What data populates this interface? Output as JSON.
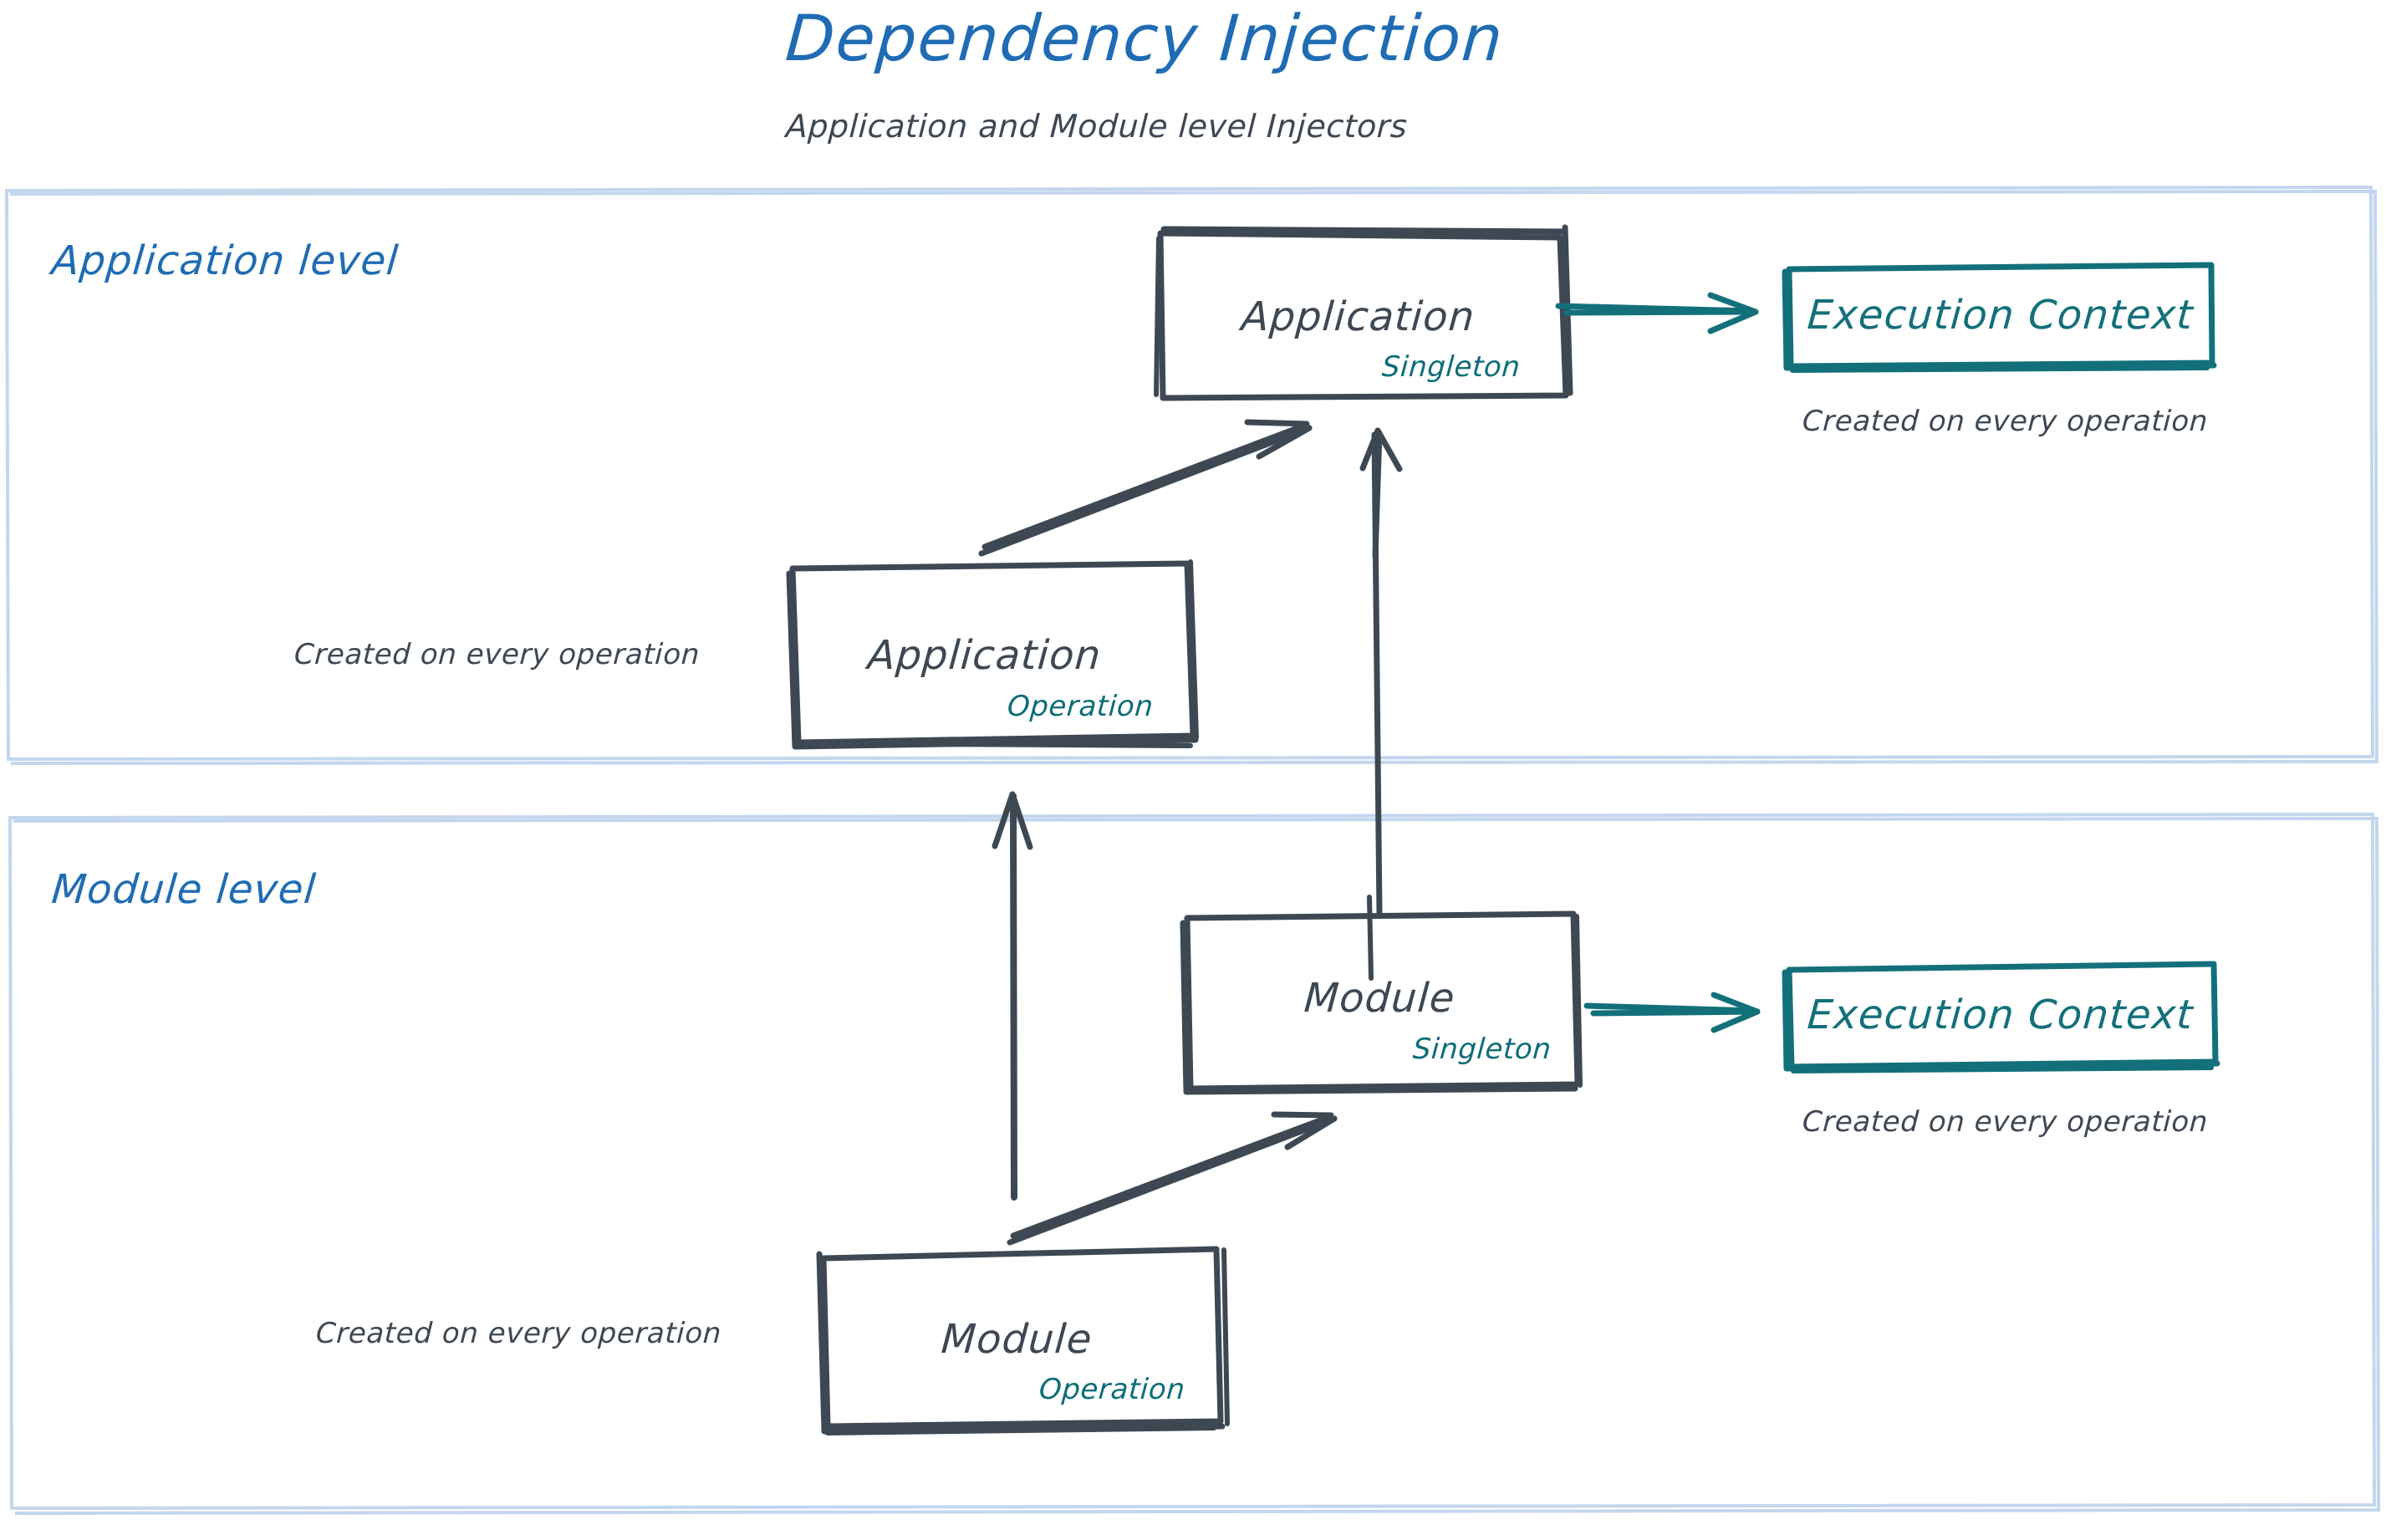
{
  "page": {
    "title": "Dependency Injection",
    "subtitle": "Application and Module level Injectors",
    "background": "#ffffff"
  },
  "colors": {
    "title_blue": "#1f6cb4",
    "section_blue": "#1f6cb4",
    "ink_dark": "#3d4853",
    "teal": "#13707b",
    "container_border": "#c3d6ee"
  },
  "containers": [
    {
      "id": "application-level",
      "label": "Application level"
    },
    {
      "id": "module-level",
      "label": "Module level"
    }
  ],
  "nodes": {
    "application_singleton": {
      "title": "Application",
      "scope": "Singleton"
    },
    "application_operation": {
      "title": "Application",
      "scope": "Operation",
      "note": "Created on every operation"
    },
    "module_singleton": {
      "title": "Module",
      "scope": "Singleton"
    },
    "module_operation": {
      "title": "Module",
      "scope": "Operation",
      "note": "Created on every operation"
    },
    "execution_context_app": {
      "title": "Execution Context",
      "note": "Created on every operation"
    },
    "execution_context_module": {
      "title": "Execution Context",
      "note": "Created on every operation"
    }
  },
  "edges": [
    {
      "id": "app-operation-to-app-singleton",
      "from": "application_operation",
      "to": "application_singleton",
      "style": "sketch-double",
      "color": "#3d4853"
    },
    {
      "id": "module-singleton-to-app-singleton",
      "from": "module_singleton",
      "to": "application_singleton",
      "style": "sketch-double",
      "color": "#3d4853"
    },
    {
      "id": "module-operation-to-app-operation",
      "from": "module_operation",
      "to": "application_operation",
      "style": "sketch-single",
      "color": "#3d4853"
    },
    {
      "id": "module-operation-to-module-singleton",
      "from": "module_operation",
      "to": "module_singleton",
      "style": "sketch-double",
      "color": "#3d4853"
    },
    {
      "id": "app-singleton-to-execution-context",
      "from": "application_singleton",
      "to": "execution_context_app",
      "style": "sketch-double",
      "color": "#13707b"
    },
    {
      "id": "module-singleton-to-execution-context",
      "from": "module_singleton",
      "to": "execution_context_module",
      "style": "sketch-double",
      "color": "#13707b"
    }
  ]
}
